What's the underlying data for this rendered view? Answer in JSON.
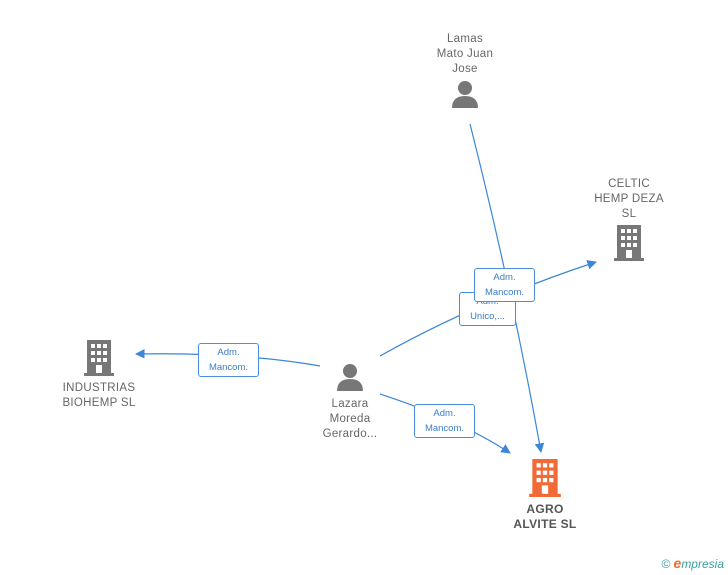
{
  "nodes": {
    "lamas": {
      "label": "Lamas\nMato Juan\nJose",
      "type": "person"
    },
    "celtic": {
      "label": "CELTIC\nHEMP DEZA\nSL",
      "type": "company"
    },
    "industrias": {
      "label": "INDUSTRIAS\nBIOHEMP  SL",
      "type": "company"
    },
    "lazara": {
      "label": "Lazara\nMoreda\nGerardo...",
      "type": "person"
    },
    "agro": {
      "label": "AGRO\nALVITE  SL",
      "type": "company-main"
    }
  },
  "edges": {
    "lamas_agro": "Adm.\nMancom.",
    "lazara_celtic": "Adm.\nUnico,...",
    "lazara_industrias": "Adm.\nMancom.",
    "lazara_agro": "Adm.\nMancom."
  },
  "colors": {
    "edge": "#3b86d8",
    "icon": "#777777",
    "main_icon": "#f26a35"
  },
  "footer": {
    "copyright": "©",
    "brand_initial": "e",
    "brand_rest": "mpresia"
  }
}
